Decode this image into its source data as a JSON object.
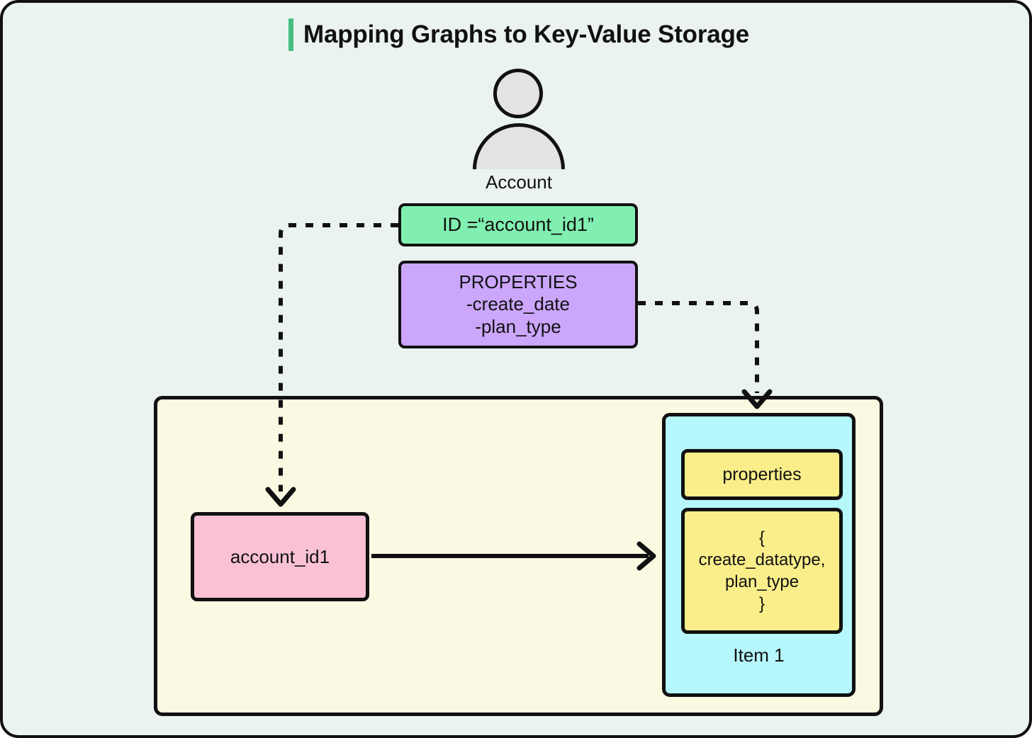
{
  "page": {
    "background": "#eaf3ef",
    "border_color": "#111111"
  },
  "header": {
    "title": "Mapping Graphs to Key-Value Storage",
    "accent_color": "#45be80"
  },
  "graph_side": {
    "entity_icon": "person-icon",
    "entity_label": "Account",
    "id_node": {
      "label": "ID =“account_id1”",
      "color": "#80efb0"
    },
    "properties_node": {
      "heading": "PROPERTIES",
      "line1": "-create_date",
      "line2": "-plan_type",
      "color": "#cba6fb"
    }
  },
  "storage_side": {
    "container_color": "#fbf9e2",
    "key_box": {
      "label": "account_id1",
      "color": "#f9c0d6"
    },
    "item": {
      "label": "Item 1",
      "color": "#b6f7fb",
      "attribute_name": "properties",
      "attribute_value_lines": [
        "{",
        "create_datatype,",
        "plan_type",
        "}"
      ],
      "value_color": "#faee8a"
    }
  },
  "connectors": [
    {
      "name": "id-to-key",
      "style": "dashed",
      "from": "id_node",
      "to": "key_box"
    },
    {
      "name": "properties-to-item",
      "style": "dashed",
      "from": "properties_node",
      "to": "item"
    },
    {
      "name": "key-to-item",
      "style": "solid",
      "from": "key_box",
      "to": "item"
    }
  ]
}
